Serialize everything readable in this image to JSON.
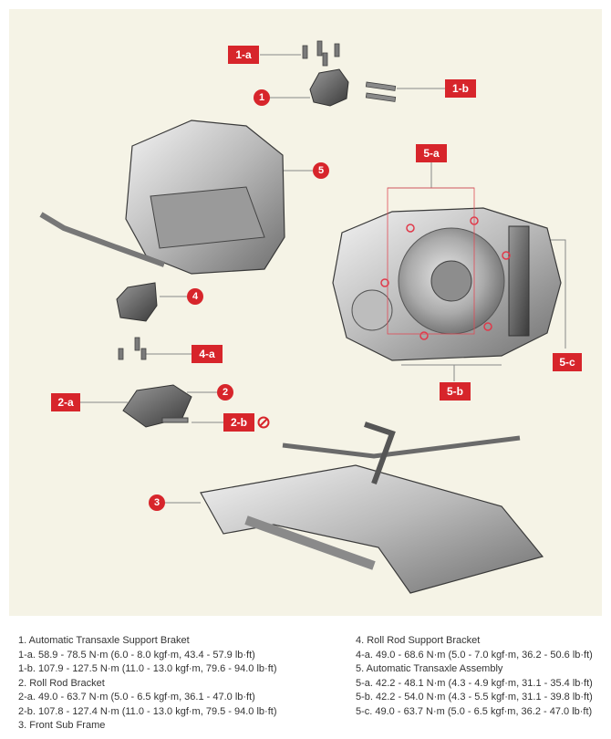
{
  "callouts": {
    "c1a": "1-a",
    "c1b": "1-b",
    "c1": "1",
    "c5": "5",
    "c5a": "5-a",
    "c4": "4",
    "c4a": "4-a",
    "c2a": "2-a",
    "c2": "2",
    "c2b": "2-b",
    "c5c": "5-c",
    "c5b": "5-b",
    "c3": "3"
  },
  "legend": {
    "left": [
      "1. Automatic Transaxle Support Braket",
      "1-a. 58.9 - 78.5 N·m (6.0 - 8.0 kgf·m, 43.4 - 57.9 lb·ft)",
      "1-b. 107.9 - 127.5 N·m (11.0 - 13.0 kgf·m, 79.6 - 94.0 lb·ft)",
      "2. Roll Rod Bracket",
      "2-a. 49.0 - 63.7 N·m (5.0 - 6.5 kgf·m, 36.1 - 47.0 lb·ft)",
      "2-b. 107.8 - 127.4 N·m (11.0 - 13.0 kgf·m, 79.5 - 94.0 lb·ft)",
      "3. Front Sub Frame"
    ],
    "right": [
      "4. Roll Rod Support Bracket",
      "4-a. 49.0 - 68.6 N·m (5.0 - 7.0 kgf·m, 36.2 - 50.6 lb·ft)",
      "5. Automatic Transaxle Assembly",
      "5-a. 42.2 - 48.1 N·m (4.3 - 4.9 kgf·m, 31.1 - 35.4 lb·ft)",
      "5-b. 42.2 - 54.0 N·m (4.3 - 5.5 kgf·m, 31.1 - 39.8 lb·ft)",
      "5-c. 49.0 - 63.7 N·m (5.0 - 6.5 kgf·m, 36.2 - 47.0 lb·ft)"
    ]
  },
  "colors": {
    "callout_red": "#d7252b",
    "panel_bg": "#f5f3e6"
  },
  "icons": {
    "no_reuse": "prohibited-icon"
  }
}
